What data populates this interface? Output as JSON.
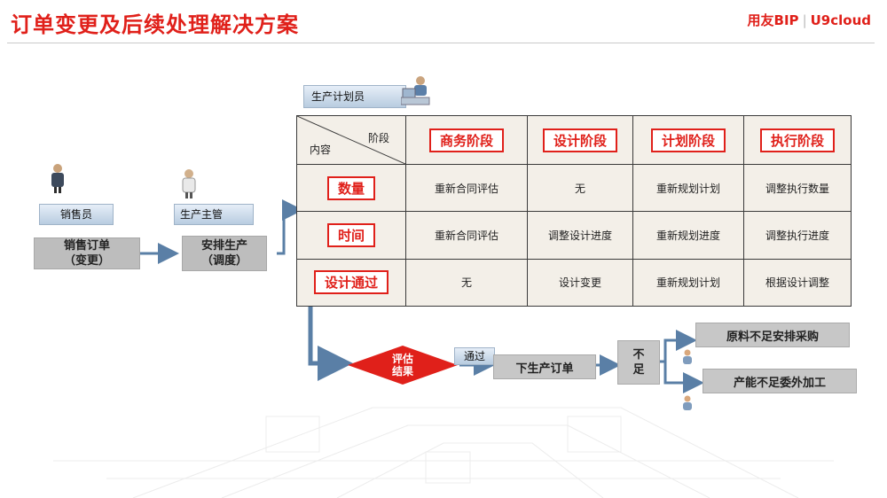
{
  "header": {
    "title": "订单变更及后续处理解决方案",
    "brand_yonyou": "用友BIP",
    "brand_sep": "|",
    "brand_u9": "U9cloud"
  },
  "roles": {
    "sales": "销售员",
    "production_manager": "生产主管",
    "planner": "生产计划员"
  },
  "flow": {
    "sales_order": "销售订单\n（变更）",
    "schedule": "安排生产\n（调度）",
    "evaluate": "评估\n结果",
    "pass": "通过",
    "release_order": "下生产订单",
    "insufficient": "不\n足",
    "material_short": "原料不足安排采购",
    "capacity_short": "产能不足委外加工"
  },
  "matrix": {
    "corner_stage": "阶段",
    "corner_content": "内容",
    "stages": [
      "商务阶段",
      "设计阶段",
      "计划阶段",
      "执行阶段"
    ],
    "rows": [
      {
        "label": "数量",
        "cells": [
          "重新合同评估",
          "无",
          "重新规划计划",
          "调整执行数量"
        ]
      },
      {
        "label": "时间",
        "cells": [
          "重新合同评估",
          "调整设计进度",
          "重新规划进度",
          "调整执行进度"
        ]
      },
      {
        "label": "设计通过",
        "cells": [
          "无",
          "设计变更",
          "重新规划计划",
          "根据设计调整"
        ]
      }
    ]
  },
  "colors": {
    "accent": "#e0201a",
    "arrow": "#5a7fa6",
    "diamond": "#e0201a"
  }
}
